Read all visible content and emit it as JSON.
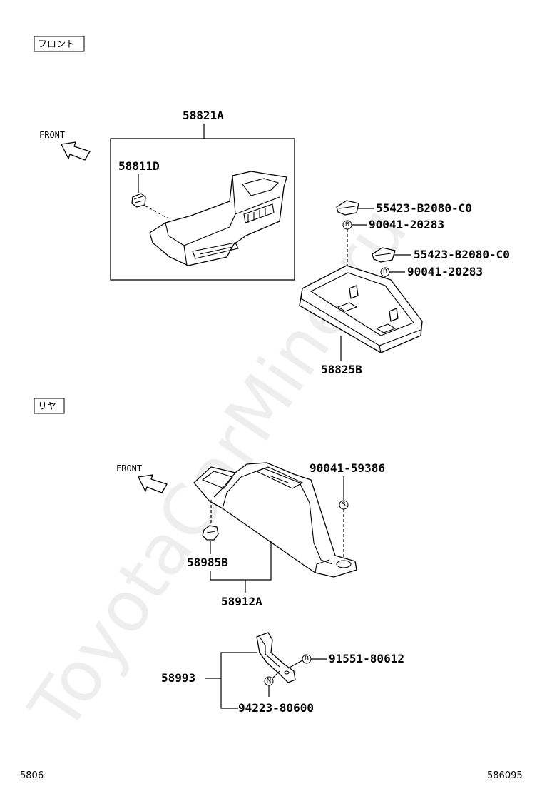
{
  "sections": {
    "front": "フロント",
    "rear": "リヤ"
  },
  "direction": {
    "front_arrow_top": "FRONT",
    "front_arrow_bottom": "FRONT"
  },
  "parts": {
    "p58821A": "58821A",
    "p58811D": "58811D",
    "p55423_1": "55423-B2080-C0",
    "p90041_1": "90041-20283",
    "p55423_2": "55423-B2080-C0",
    "p90041_2": "90041-20283",
    "p58825B": "58825B",
    "p90041_59386": "90041-59386",
    "p58985B": "58985B",
    "p58912A": "58912A",
    "p58993": "58993",
    "p91551": "91551-80612",
    "p94223": "94223-80600"
  },
  "symbols": {
    "b1": "B",
    "b2": "B",
    "s1": "S",
    "b3": "B",
    "n1": "N"
  },
  "footer": {
    "left": "5806",
    "right": "586095"
  },
  "watermark": "ToyotaCarMine.ru"
}
